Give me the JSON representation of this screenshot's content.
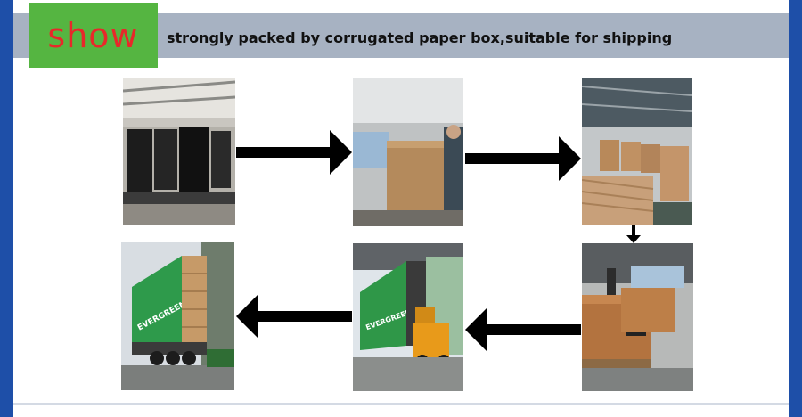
{
  "header": {
    "badge_label": "show",
    "title": "strongly packed by corrugated paper box,suitable for shipping"
  },
  "colors": {
    "side_bar": "#1e4fa8",
    "header_band": "#a7b2c2",
    "badge_bg": "#55b541",
    "badge_text": "#e8282a",
    "arrow": "#000000"
  },
  "photos": {
    "truck_container_label": "EVERGREEN",
    "forklift_container_label": "EVERGREEN"
  }
}
